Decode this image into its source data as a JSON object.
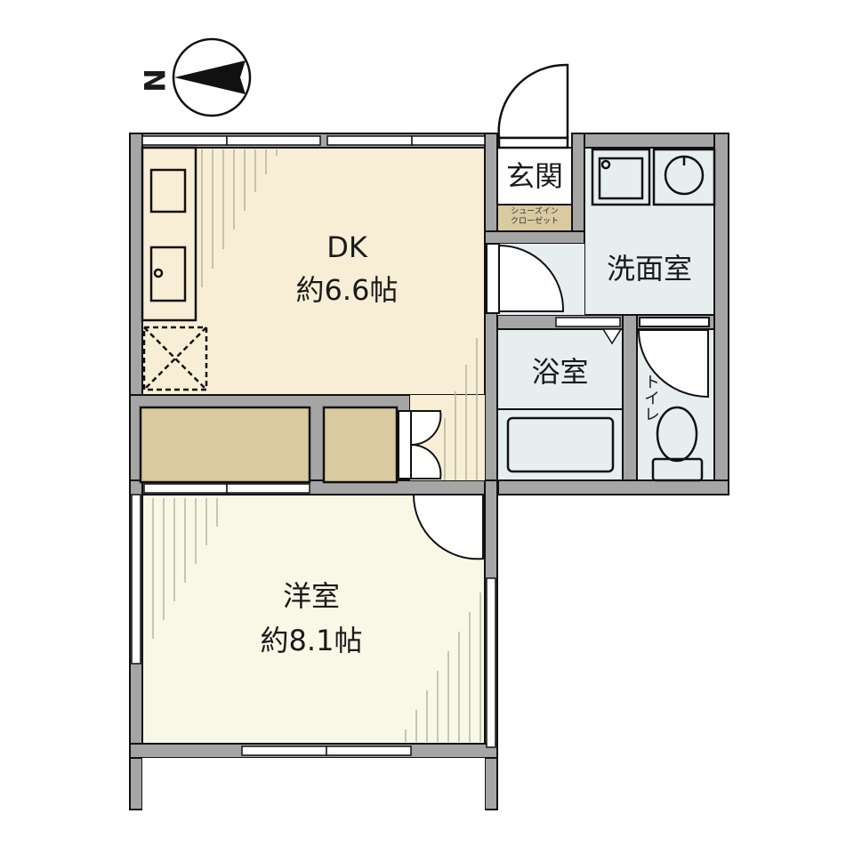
{
  "compass": {
    "label": "N",
    "icon": "north-arrow-icon"
  },
  "rooms": {
    "dk": {
      "name": "DK",
      "area": "約6.6帖",
      "color": "#f8eed6"
    },
    "western": {
      "name": "洋室",
      "area": "約8.1帖",
      "color": "#f7f8e6"
    },
    "entrance": {
      "name": "玄関",
      "color": "#ffffff"
    },
    "shoe_closet": {
      "label_line1": "シューズイン",
      "label_line2": "クローゼット",
      "color": "#d9caa0"
    },
    "washroom": {
      "name": "洗面室",
      "color": "#e6eef0"
    },
    "bathroom": {
      "name": "浴室",
      "color": "#e6eef0"
    },
    "toilet": {
      "name": "トイレ",
      "color": "#e6eef0"
    }
  },
  "colors": {
    "wall": "#a5a5a5",
    "line": "#111111",
    "storage": "#d9caa0"
  }
}
